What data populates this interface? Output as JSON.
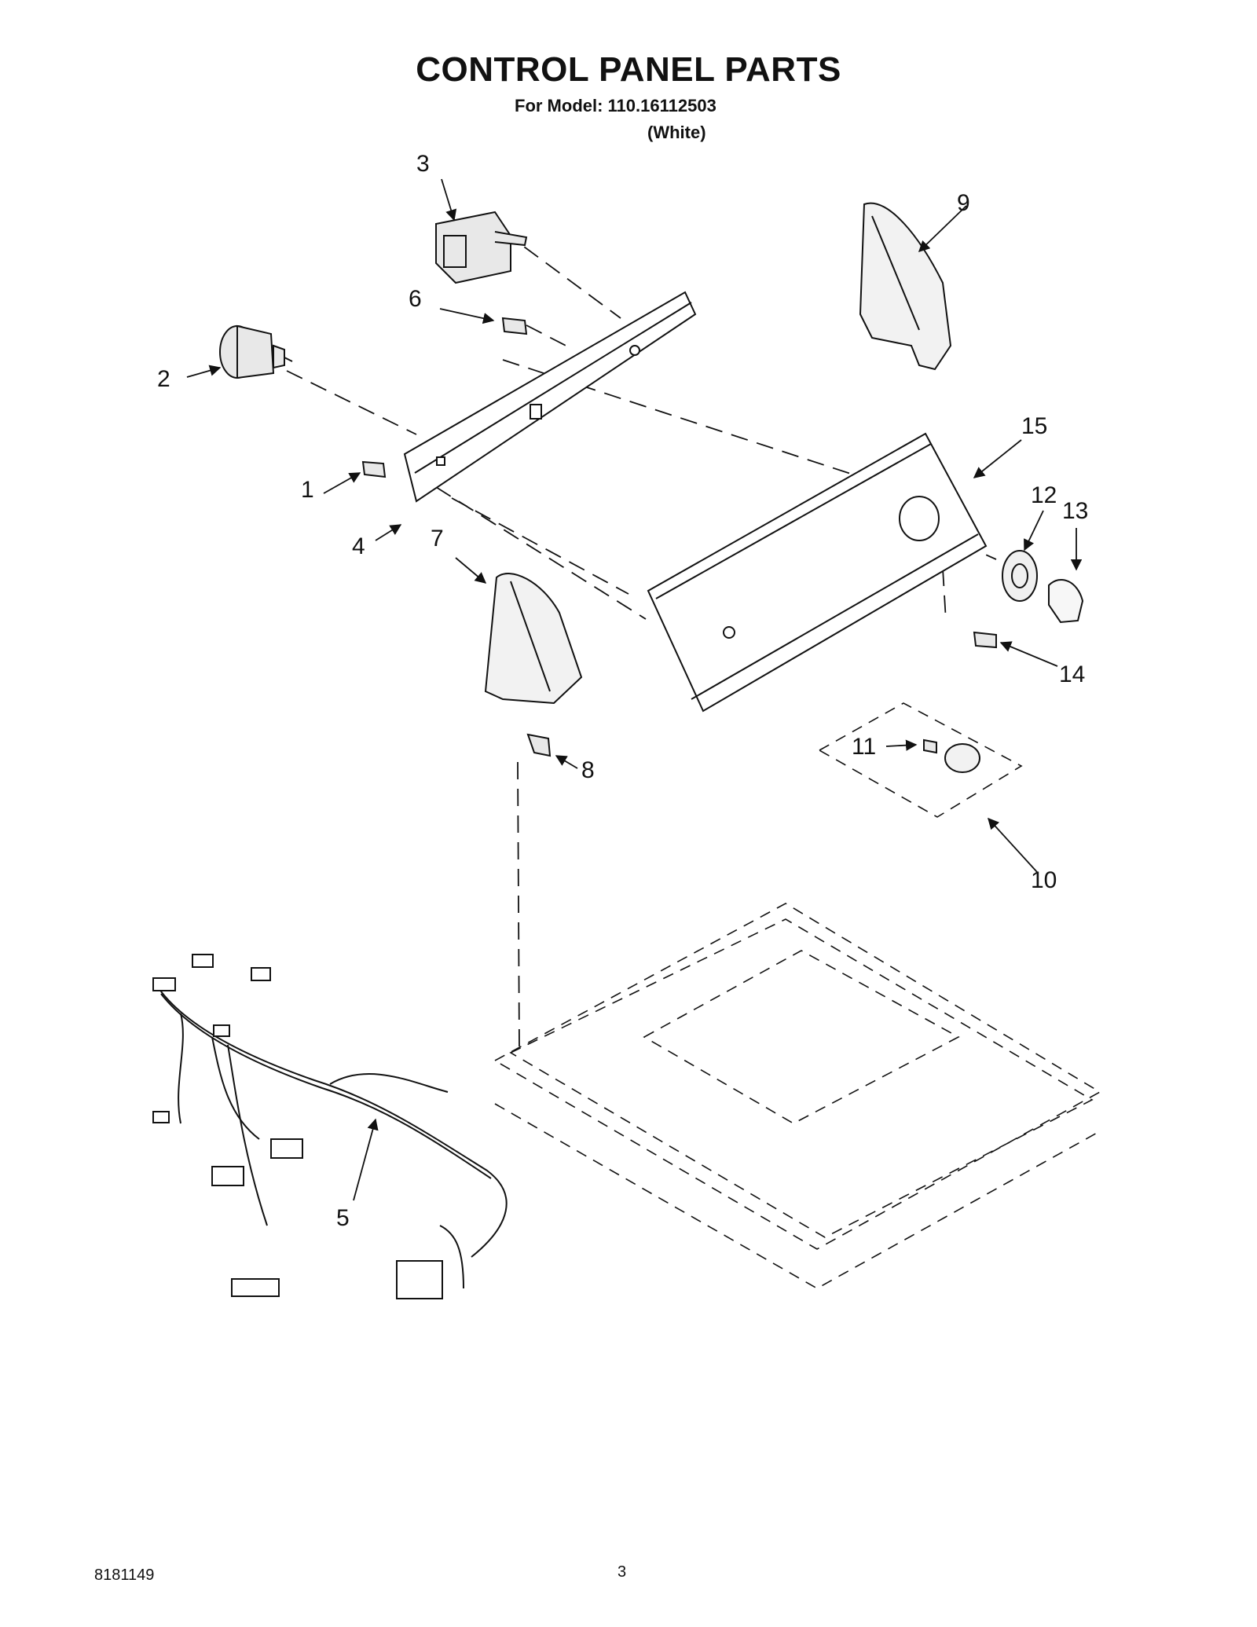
{
  "page": {
    "title": "CONTROL PANEL PARTS",
    "subtitle": "For Model: 110.16112503",
    "variant": "(White)",
    "document_number": "8181149",
    "page_number": "3"
  },
  "callouts": [
    "1",
    "2",
    "3",
    "4",
    "5",
    "6",
    "7",
    "8",
    "9",
    "10",
    "11",
    "12",
    "13",
    "14",
    "15"
  ],
  "colors": {
    "line": "#111111",
    "background": "#ffffff",
    "part_fill": "#e8e8e8"
  }
}
